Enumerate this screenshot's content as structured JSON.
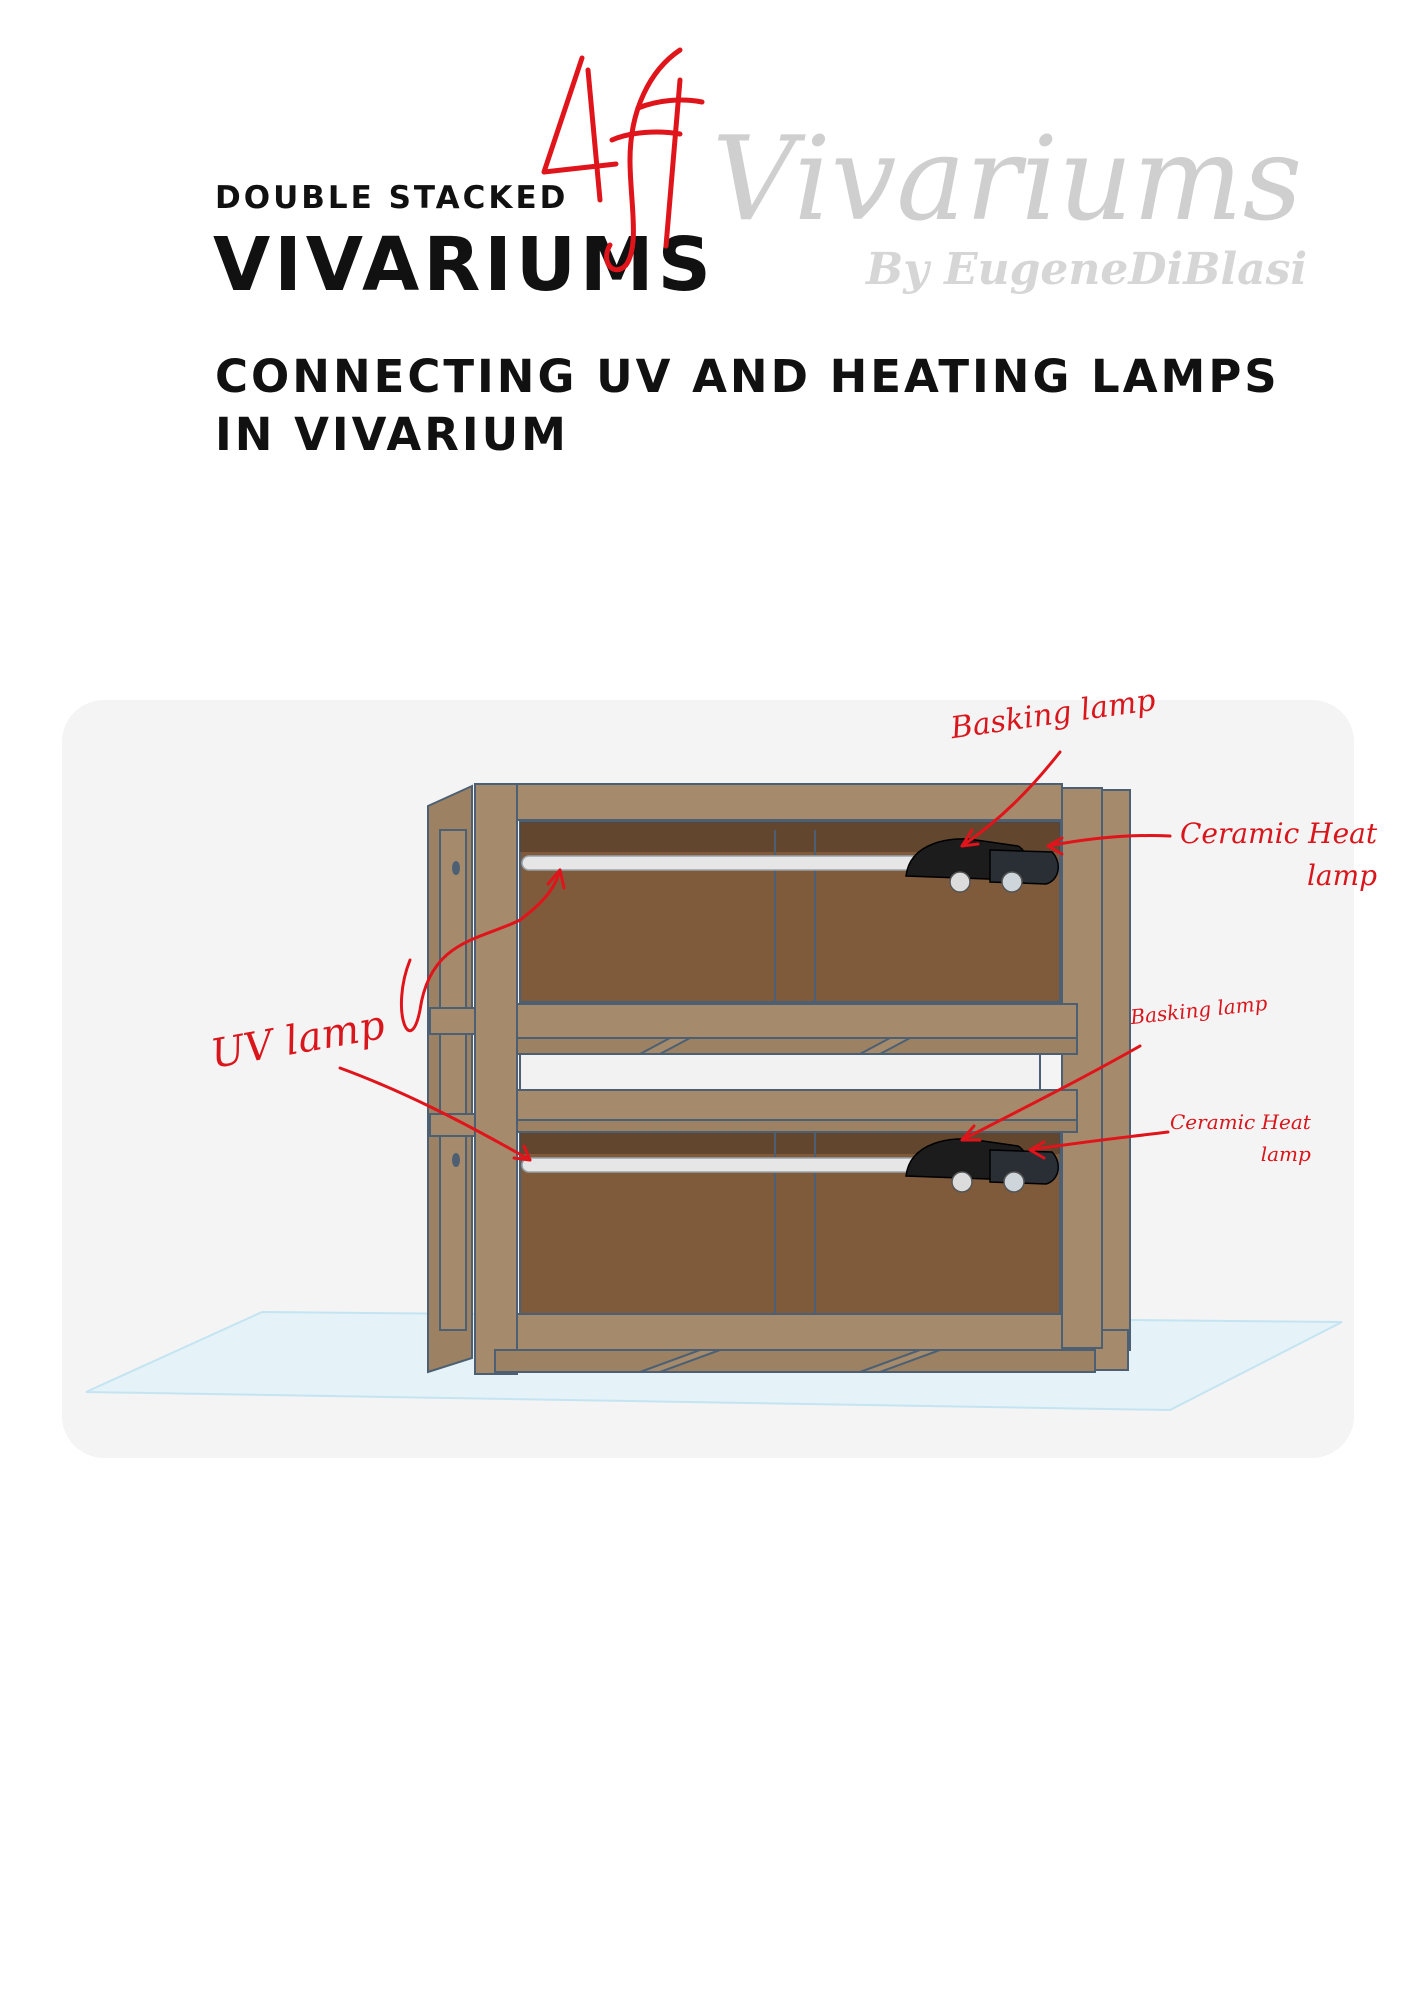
{
  "header": {
    "kicker": "DOUBLE STACKED",
    "title": "VIVARIUMS",
    "subtitle_line1": "CONNECTING UV AND HEATING LAMPS",
    "subtitle_line2": "IN VIVARIUM",
    "handwritten_size": "4ft"
  },
  "brand": {
    "name": "Vivariums",
    "byline": "By EugeneDiBlasi"
  },
  "annotations": {
    "top_basking": "Basking lamp",
    "top_ceramic_line1": "Ceramic Heat",
    "top_ceramic_line2": "lamp",
    "uv": "UV lamp",
    "bottom_basking": "Basking lamp",
    "bottom_ceramic_line1": "Ceramic Heat",
    "bottom_ceramic_line2": "lamp"
  },
  "colors": {
    "annotation_red": "#d9161c",
    "wood_frame": "#a58b6b",
    "wood_back": "#7f5b3c",
    "outline": "#4d6073",
    "floor_grid": "#bfe3f2",
    "lamp_black": "#1c1c1c",
    "uv_tube": "#e6e6e6"
  }
}
